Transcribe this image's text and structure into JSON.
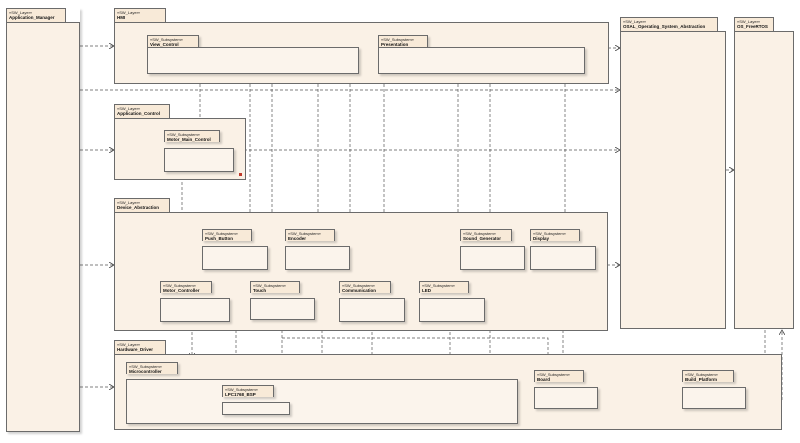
{
  "colors": {
    "tab_fill": "#f8ead8",
    "body_fill": "#faf1e6",
    "line": "#6b6b6b",
    "accent": "#c0392b"
  },
  "layers": {
    "application_manager": {
      "stereotype": "«SW_Layer»",
      "name": "Application_Manager"
    },
    "hmi": {
      "stereotype": "«SW_Layer»",
      "name": "HMI"
    },
    "application_control": {
      "stereotype": "«SW_Layer»",
      "name": "Application_Control"
    },
    "device_abstraction": {
      "stereotype": "«SW_Layer»",
      "name": "Device_Abstraction"
    },
    "hardware_driver": {
      "stereotype": "«SW_Layer»",
      "name": "Hardware_Driver"
    },
    "osal": {
      "stereotype": "«SW_Layer»",
      "name": "OSAL_Operating_System_Abstraction"
    },
    "os_freertos": {
      "stereotype": "«SW_Layer»",
      "name": "OS_FreeRTOS"
    }
  },
  "subsystems": {
    "view_control": {
      "stereotype": "«SW_Subsystem»",
      "name": "View_Control"
    },
    "presentation": {
      "stereotype": "«SW_Subsystem»",
      "name": "Presentation"
    },
    "motor_main_control": {
      "stereotype": "«SW_Subsystem»",
      "name": "Motor_Main_Control"
    },
    "push_button": {
      "stereotype": "«SW_Subsystem»",
      "name": "Push_Button"
    },
    "encoder": {
      "stereotype": "«SW_Subsystem»",
      "name": "Encoder"
    },
    "sound_generator": {
      "stereotype": "«SW_Subsystem»",
      "name": "Sound_Generator"
    },
    "display": {
      "stereotype": "«SW_Subsystem»",
      "name": "Display"
    },
    "motor_controller": {
      "stereotype": "«SW_Subsystem»",
      "name": "Motor_Controller"
    },
    "touch": {
      "stereotype": "«SW_Subsystem»",
      "name": "Touch"
    },
    "communication": {
      "stereotype": "«SW_Subsystem»",
      "name": "Communication"
    },
    "led": {
      "stereotype": "«SW_Subsystem»",
      "name": "LED"
    },
    "microcontroller": {
      "stereotype": "«SW_Subsystem»",
      "name": "Microcontroller"
    },
    "lpc1768_bsp": {
      "stereotype": "«SW_Subsystem»",
      "name": "LPC1768_BSP"
    },
    "board": {
      "stereotype": "«SW_Subsystem»",
      "name": "Board"
    },
    "build_platform": {
      "stereotype": "«SW_Subsystem»",
      "name": "Build_Platform"
    }
  }
}
